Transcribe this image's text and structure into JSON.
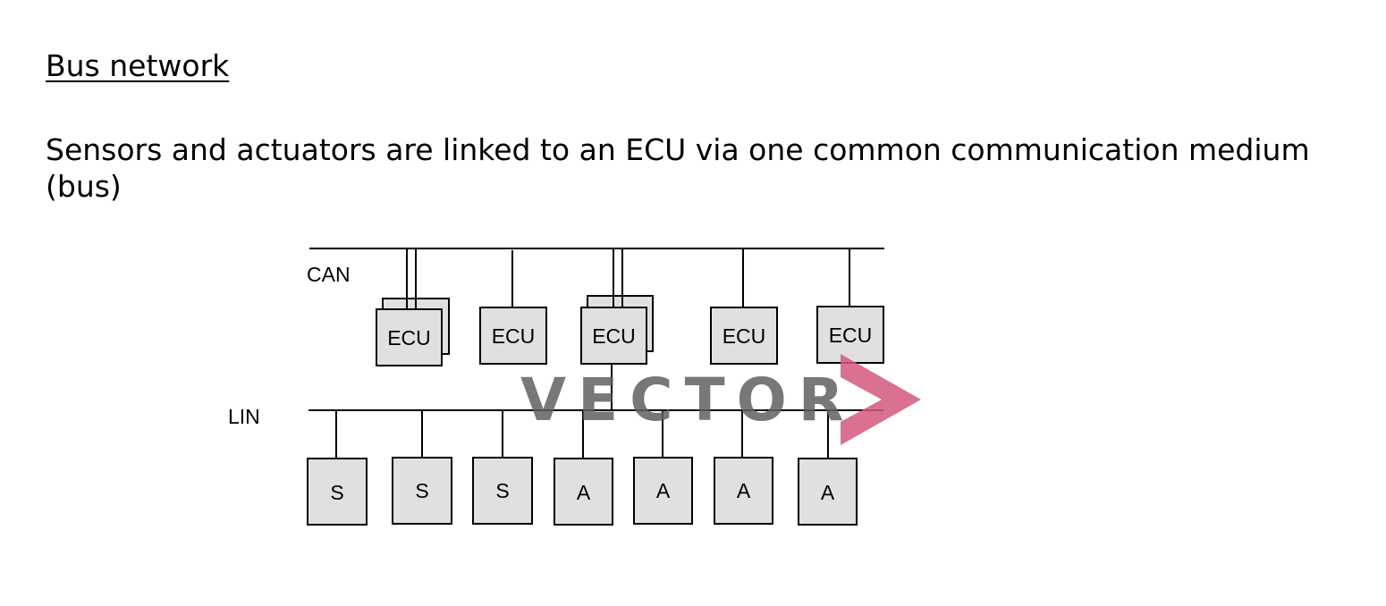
{
  "slide": {
    "title": "Bus network",
    "body": "Sensors and actuators are linked to an ECU via one common communication medium (bus)"
  },
  "diagram": {
    "buses": {
      "can": "CAN",
      "lin": "LIN"
    },
    "ecus": [
      "ECU",
      "ECU",
      "ECU",
      "ECU",
      "ECU"
    ],
    "nodes": [
      "S",
      "S",
      "S",
      "A",
      "A",
      "A",
      "A"
    ],
    "colors": {
      "box_fill": "#e0e0e0",
      "line": "#000000"
    }
  },
  "watermark": {
    "text": "VECTOR",
    "color_text": "#606060",
    "color_chevron": "#d4587a",
    "icon": "vector-chevron-logo"
  }
}
